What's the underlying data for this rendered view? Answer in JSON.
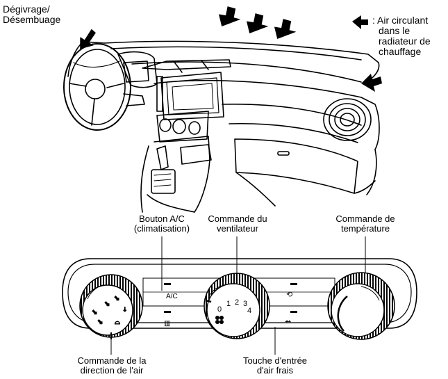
{
  "labels": {
    "defrost": [
      "Dégivrage/",
      "Désembuage"
    ],
    "legend_air": [
      ": Air circulant",
      "dans le",
      "radiateur de",
      "chauffage"
    ],
    "ac_button": [
      "Bouton A/C",
      "(climatisation)"
    ],
    "fan_control": [
      "Commande du",
      "ventilateur"
    ],
    "temp_control": [
      "Commande de",
      "température"
    ],
    "air_direction": [
      "Commande de la",
      "direction de l'air"
    ],
    "fresh_air": [
      "Touche d'entrée",
      "d'air frais"
    ]
  },
  "panel": {
    "ac_text": "A/C",
    "fan_speeds": [
      "0",
      "1",
      "2",
      "3",
      "4"
    ]
  },
  "icons": {
    "airflow_arrow": "arrow-icon",
    "recirc": "recirculation-icon",
    "fresh": "fresh-air-icon",
    "rear_defrost": "rear-defrost-icon",
    "fan": "fan-icon"
  },
  "colors": {
    "ink": "#000000",
    "paper": "#ffffff",
    "shade": "#cfcfcf"
  }
}
